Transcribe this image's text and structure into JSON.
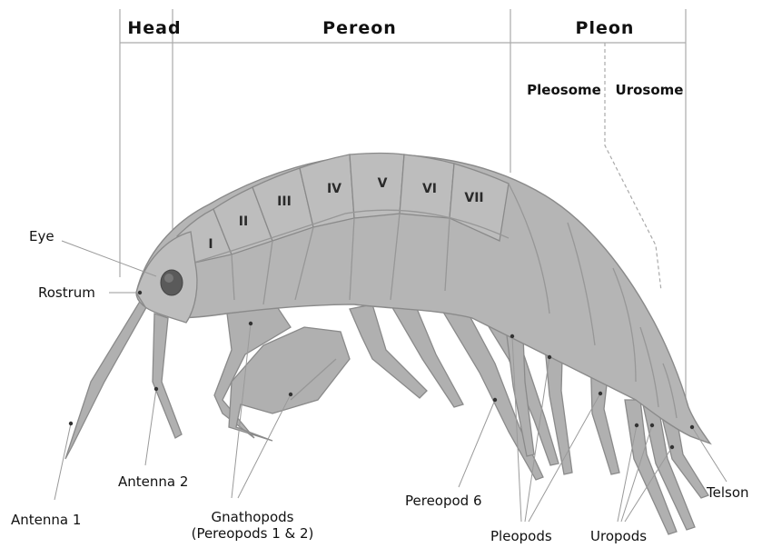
{
  "regions": {
    "head": "Head",
    "pereon": "Pereon",
    "pleon": "Pleon",
    "pleosome": "Pleosome",
    "urosome": "Urosome"
  },
  "segments": [
    "I",
    "II",
    "III",
    "IV",
    "V",
    "VI",
    "VII"
  ],
  "labels": {
    "eye": "Eye",
    "rostrum": "Rostrum",
    "antenna1": "Antenna 1",
    "antenna2": "Antenna 2",
    "gnathopods_line1": "Gnathopods",
    "gnathopods_line2": "(Pereopods 1 & 2)",
    "pereopod6": "Pereopod 6",
    "pleopods": "Pleopods",
    "uropods": "Uropods",
    "telson": "Telson"
  },
  "colors": {
    "body_fill": "#b5b5b5",
    "outline": "#8a8a8a",
    "eye": "#555555",
    "leader_lines": "#9a9a9a"
  }
}
